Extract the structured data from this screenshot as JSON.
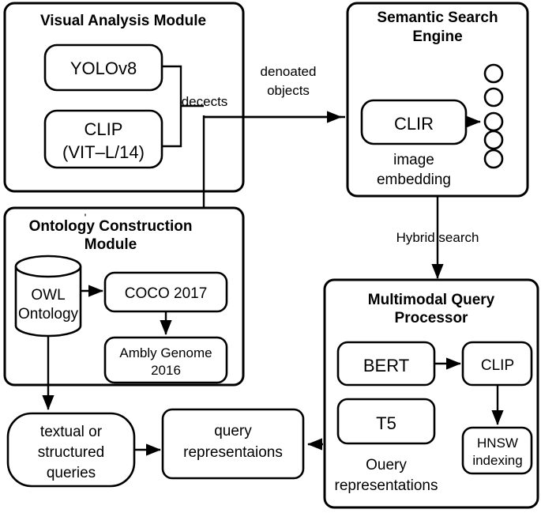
{
  "diagram": {
    "title": "Multimodal semantic retrieval system architecture",
    "colors": {
      "stroke": "#000000",
      "fill": "#ffffff",
      "text": "#000000"
    }
  },
  "modules": {
    "visual_analysis": {
      "title": "Visual Analysis Module",
      "nodes": {
        "yolo": "YOLOv8",
        "clip_line1": "CLIP",
        "clip_line2": "(VIT–L/14)"
      }
    },
    "semantic_search": {
      "title_line1": "Semantic Search",
      "title_line2": "Engine",
      "nodes": {
        "clir": "CLIR"
      },
      "caption_line1": "image",
      "caption_line2": "embedding",
      "embedding_dots": 5
    },
    "ontology": {
      "title_line1": "Ontology Construction",
      "title_line2": "Module",
      "nodes": {
        "owl_line1": "OWL",
        "owl_line2": "Ontology",
        "coco": "COCO 2017",
        "ambly_line1": "Ambly Genome",
        "ambly_line2": "2016"
      }
    },
    "query_processor": {
      "title_line1": "Multimodal Query",
      "title_line2": "Processor",
      "nodes": {
        "bert": "BERT",
        "clip": "CLIP",
        "t5": "T5",
        "hnsw_line1": "HNSW",
        "hnsw_line2": "indexing"
      },
      "caption_line1": "Ouery",
      "caption_line2": "representations"
    }
  },
  "standalone_nodes": {
    "textual_queries_line1": "textual or",
    "textual_queries_line2": "structured",
    "textual_queries_line3": "queries",
    "query_rep_line1": "query",
    "query_rep_line2": "representaions"
  },
  "edge_labels": {
    "detects": "decects",
    "denoated_line1": "denoated",
    "denoated_line2": "objects",
    "hybrid_search": "Hybrid search"
  }
}
